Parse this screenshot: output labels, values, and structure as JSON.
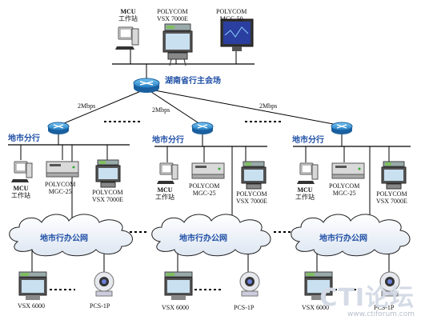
{
  "hq": {
    "mcu_label_1": "MCU",
    "mcu_label_2": "工作站",
    "vsx_label_1": "POLYCOM",
    "vsx_label_2": "VSX 7000E",
    "mgc_label_1": "POLYCOM",
    "mgc_label_2": "MGC-50",
    "router_label": "湖南省行主会场"
  },
  "links": [
    "2Mbps",
    "2Mbps",
    "2Mbps"
  ],
  "branches": [
    {
      "title": "地市分行",
      "mcu_1": "MCU",
      "mcu_2": "工作站",
      "mgc_1": "POLYCOM",
      "mgc_2": "MGC-25",
      "vsx_1": "POLYCOM",
      "vsx_2": "VSX 7000E",
      "network": "地市行办公网",
      "ep1": "VSX 6000",
      "ep2": "PCS-1P"
    },
    {
      "title": "地市分行",
      "mcu_1": "MCU",
      "mcu_2": "工作站",
      "mgc_1": "POLYCOM",
      "mgc_2": "MGC-25",
      "vsx_1": "POLYCOM",
      "vsx_2": "VSX 7000E",
      "network": "地市行办公网",
      "ep1": "VSX 6000",
      "ep2": "PCS-1P"
    },
    {
      "title": "地市分行",
      "mcu_1": "MCU",
      "mcu_2": "工作站",
      "mgc_1": "POLYCOM",
      "mgc_2": "MGC-25",
      "vsx_1": "POLYCOM",
      "vsx_2": "VSX 7000E",
      "network": "地市行办公网",
      "ep1": "VSX 6000",
      "ep2": "PCS-1P"
    }
  ],
  "watermark": {
    "big": "CTI论坛",
    "small": "www.ctiforum.com"
  },
  "colors": {
    "router": "#2f8fd0",
    "line": "#000000",
    "title": "#1f4fa6"
  }
}
